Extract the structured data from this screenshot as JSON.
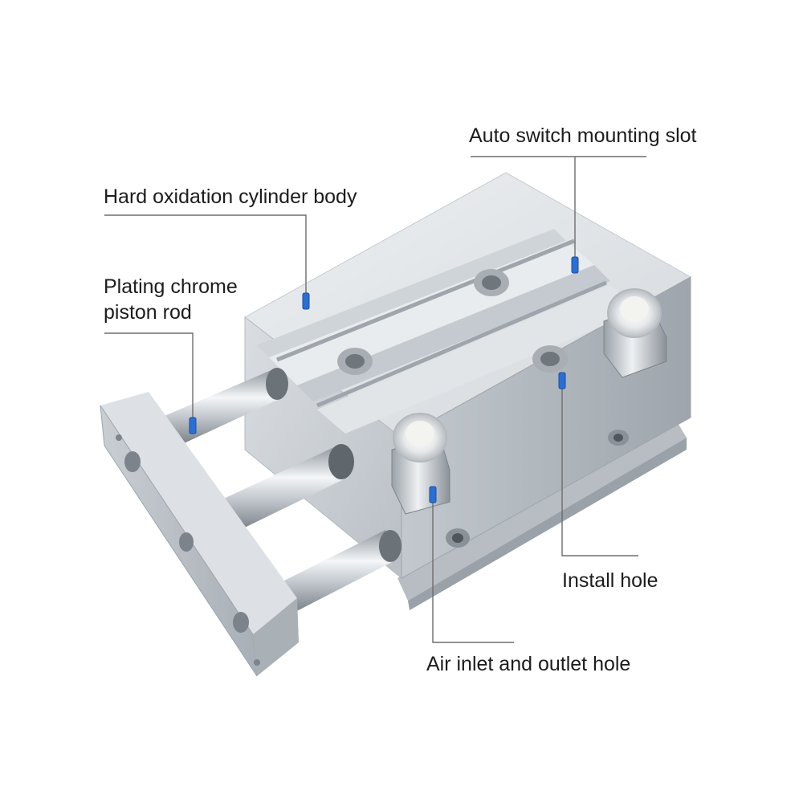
{
  "labels": {
    "auto_switch": "Auto switch mounting slot",
    "cylinder_body": "Hard oxidation cylinder body",
    "piston_rod_line1": "Plating chrome",
    "piston_rod_line2": "piston rod",
    "install_hole": "Install hole",
    "air_hole": "Air inlet and outlet hole"
  },
  "colors": {
    "background": "#ffffff",
    "text": "#1c1c1c",
    "leader_line": "#6d6d6d",
    "marker": "#2a6fd6",
    "aluminum_light": "#e4e7ea",
    "aluminum_mid": "#c9ced3",
    "aluminum_dark": "#a4abb2"
  }
}
